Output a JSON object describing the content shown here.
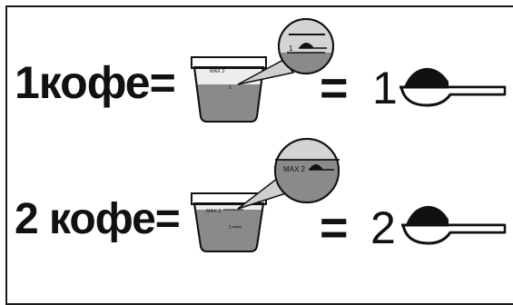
{
  "rows": [
    {
      "label": "1кофе=",
      "cup_mark_max": "MAX 2",
      "cup_mark_one": "1",
      "zoom_mark": "1",
      "fill_level": "1",
      "equals": "=",
      "spoon_count": "1"
    },
    {
      "label": "2 кофе=",
      "cup_mark_max": "MAX 2",
      "cup_mark_one": "1",
      "zoom_mark": "MAX 2",
      "fill_level": "MAX 2",
      "equals": "=",
      "spoon_count": "2"
    }
  ],
  "icons": [
    "measuring-cup-icon",
    "magnifier-callout-icon",
    "coffee-spoon-icon"
  ],
  "colors": {
    "ink": "#111111",
    "coffee": "#888888",
    "cup_light": "#e6e6e6"
  }
}
